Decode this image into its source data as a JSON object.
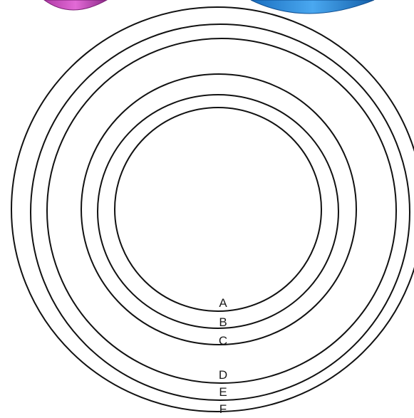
{
  "diagram": {
    "ring_labels": [
      "A",
      "B",
      "C",
      "D",
      "E",
      "F"
    ]
  },
  "decorations": [
    {
      "name": "magenta-object",
      "color": "#d24fc2"
    },
    {
      "name": "blue-object",
      "color": "#2f8fe0"
    }
  ],
  "colors": {
    "stroke": "#111111",
    "background": "#ffffff"
  }
}
